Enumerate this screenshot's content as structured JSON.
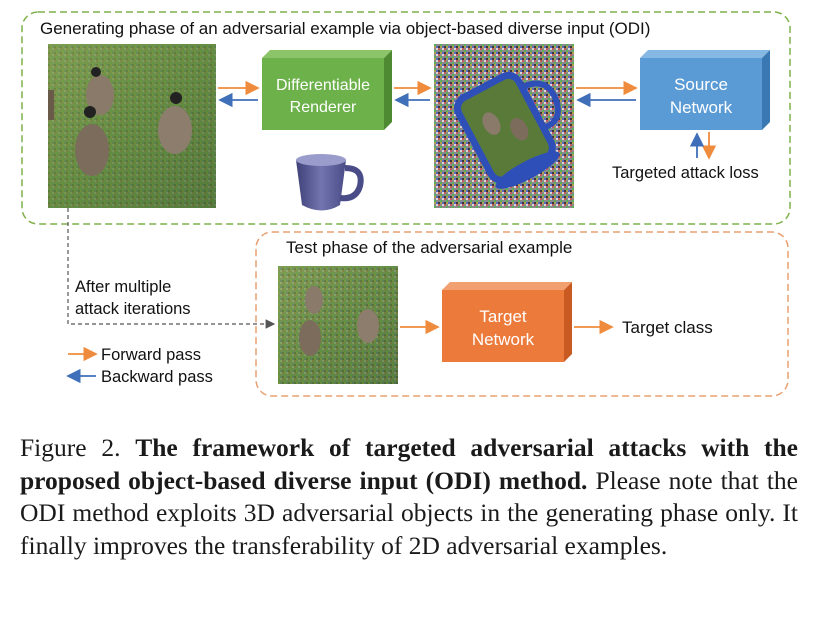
{
  "generating_phase": {
    "title": "Generating phase of an adversarial example via object-based diverse input (ODI)"
  },
  "test_phase": {
    "title": "Test phase of the adversarial example"
  },
  "renderer_box": {
    "line1": "Differentiable",
    "line2": "Renderer"
  },
  "source_box": {
    "line1": "Source",
    "line2": "Network"
  },
  "target_box": {
    "line1": "Target",
    "line2": "Network"
  },
  "labels": {
    "targeted_attack_loss": "Targeted attack loss",
    "after_iter_line1": "After multiple",
    "after_iter_line2": "attack iterations",
    "target_class": "Target class"
  },
  "legend": {
    "forward": "Forward pass",
    "backward": "Backward pass"
  },
  "colors": {
    "forward": "#ef8b3c",
    "backward": "#3f6fb8",
    "green_box": "#6cb14a",
    "blue_box": "#5b9bd5",
    "orange_box": "#ec7a3a",
    "green_border": "#7fb24a",
    "orange_border": "#e8a070",
    "mug": "#5d5f9a"
  },
  "caption": {
    "prefix": "Figure 2.",
    "bold": "The framework of targeted adversarial attacks with the proposed object-based diverse input (ODI) method.",
    "rest": "Please note that the ODI method exploits 3D adversarial objects in the generating phase only. It finally improves the transferability of 2D adversarial examples."
  }
}
